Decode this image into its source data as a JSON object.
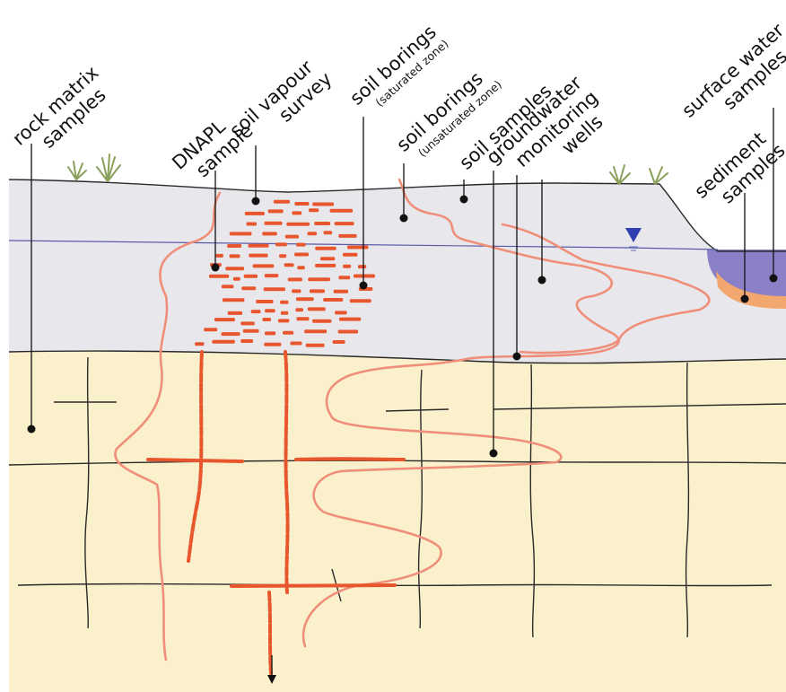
{
  "colors": {
    "unconsolidated_layer": "#e8e8ec",
    "bedrock": "#fbf0cc",
    "surface_water": "#8a80c8",
    "sediment": "#f2a76e",
    "dnapl": "#e8562e",
    "dissolved_plume": "#ef8f7a",
    "water_table_marker": "#2f3fb0",
    "vegetation": "#8aa05a"
  },
  "labels": {
    "rock_matrix": [
      "rock matrix",
      "samples"
    ],
    "dnapl_sample": [
      "DNAPL",
      "sample"
    ],
    "soil_vapour": [
      "soil vapour",
      "survey"
    ],
    "soil_borings_saturated": [
      "soil borings",
      "(saturated zone)"
    ],
    "soil_borings_unsaturated": [
      "soil borings",
      "(unsaturated zone)"
    ],
    "soil_samples": "soil samples",
    "groundwater_monitoring": [
      "groundwater",
      "monitoring",
      "wells"
    ],
    "surface_water": [
      "surface water",
      "samples"
    ],
    "sediment": [
      "sediment",
      "samples"
    ]
  },
  "icons": [
    "water-table-marker-icon",
    "grass-tuft-icon"
  ]
}
